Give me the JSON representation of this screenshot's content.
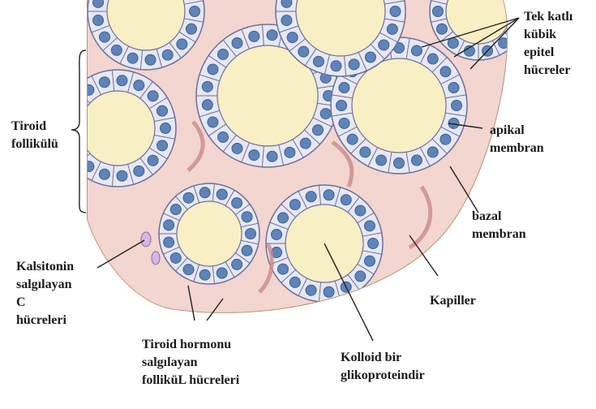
{
  "labels": {
    "epithelial_line1": "Tek katlı",
    "epithelial_line2": "kübik",
    "epithelial_line3": "epitel",
    "epithelial_line4": "hücreler",
    "follicle_line1": "Tiroid",
    "follicle_line2": "follikülü",
    "apical_line1": "apikal",
    "apical_line2": "membran",
    "basal_line1": "bazal",
    "basal_line2": "membran",
    "c_cells_line1": "Kalsitonin",
    "c_cells_line2": "salgılayan",
    "c_cells_line3": "C",
    "c_cells_line4": "hücreleri",
    "capillary": "Kapiller",
    "thyroid_hormone_line1": "Tiroid hormonu",
    "thyroid_hormone_line2": "salgılayan",
    "thyroid_hormone_line3": "folliküL hücreleri",
    "colloid_line1": "Kolloid bir",
    "colloid_line2": "glikoproteindir"
  },
  "colors": {
    "capsule": "#e8c9a4",
    "stroma": "#f3d6d0",
    "colloid": "#f9efc4",
    "cell_fill": "#e7e8f3",
    "cell_border": "#6d6f9a",
    "nucleus": "#5e84ba",
    "capillary": "#c98a88",
    "c_cell": "#d6b8e0"
  }
}
